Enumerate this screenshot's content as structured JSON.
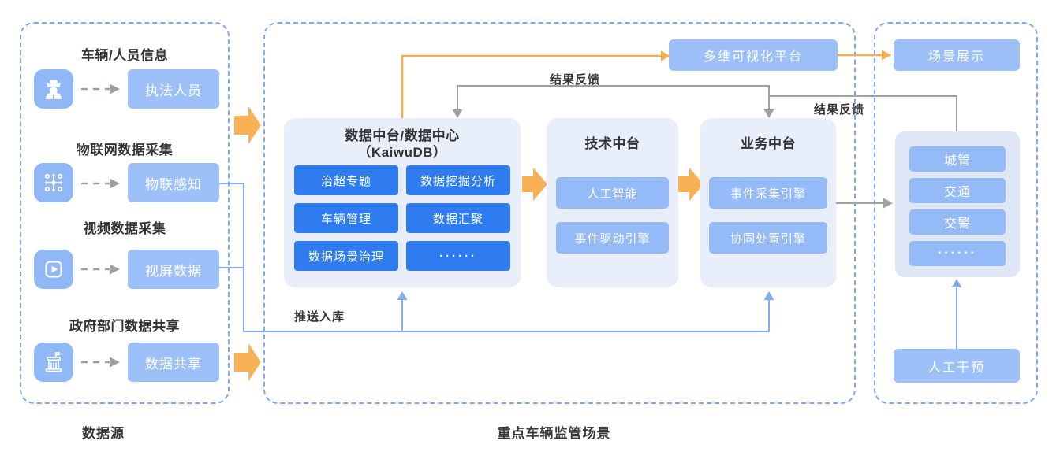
{
  "colors": {
    "accent_blue_dark": "#2e7cf0",
    "accent_blue_light": "#94baf7",
    "box_blue": "#9dc0f8",
    "container_bg": "#e9eefb",
    "panel_dash": "#7da8f2",
    "orange_arrow": "#f9b155",
    "gray_line": "#a0a0a5",
    "blue_line": "#85acf0",
    "title_text": "#333333"
  },
  "left_panel": {
    "caption": "数据源",
    "groups": [
      {
        "title": "车辆/人员信息",
        "icon": "police-officer-icon",
        "target": "执法人员"
      },
      {
        "title": "物联网数据采集",
        "icon": "iot-network-icon",
        "target": "物联感知"
      },
      {
        "title": "视频数据采集",
        "icon": "video-player-icon",
        "target": "视屏数据"
      },
      {
        "title": "政府部门数据共享",
        "icon": "government-building-icon",
        "target": "数据共享"
      }
    ]
  },
  "middle_panel": {
    "caption": "重点车辆监管场景",
    "visualization_platform": "多维可视化平台",
    "data_platform": {
      "title_line1": "数据中台/数据中心",
      "title_line2": "（KaiwuDB）",
      "modules": [
        "治超专题",
        "数据挖掘分析",
        "车辆管理",
        "数据汇聚",
        "数据场景治理",
        "······"
      ]
    },
    "tech_platform": {
      "title": "技术中台",
      "modules": [
        "人工智能",
        "事件驱动引擎"
      ]
    },
    "business_platform": {
      "title": "业务中台",
      "modules": [
        "事件采集引擎",
        "协同处置引擎"
      ]
    },
    "labels": {
      "feedback_left": "结果反馈",
      "feedback_right": "结果反馈",
      "push_to_db": "推送入库"
    }
  },
  "right_panel": {
    "scene_display": "场景展示",
    "departments": [
      "城管",
      "交通",
      "交警",
      "······"
    ],
    "manual_intervention": "人工干预"
  }
}
